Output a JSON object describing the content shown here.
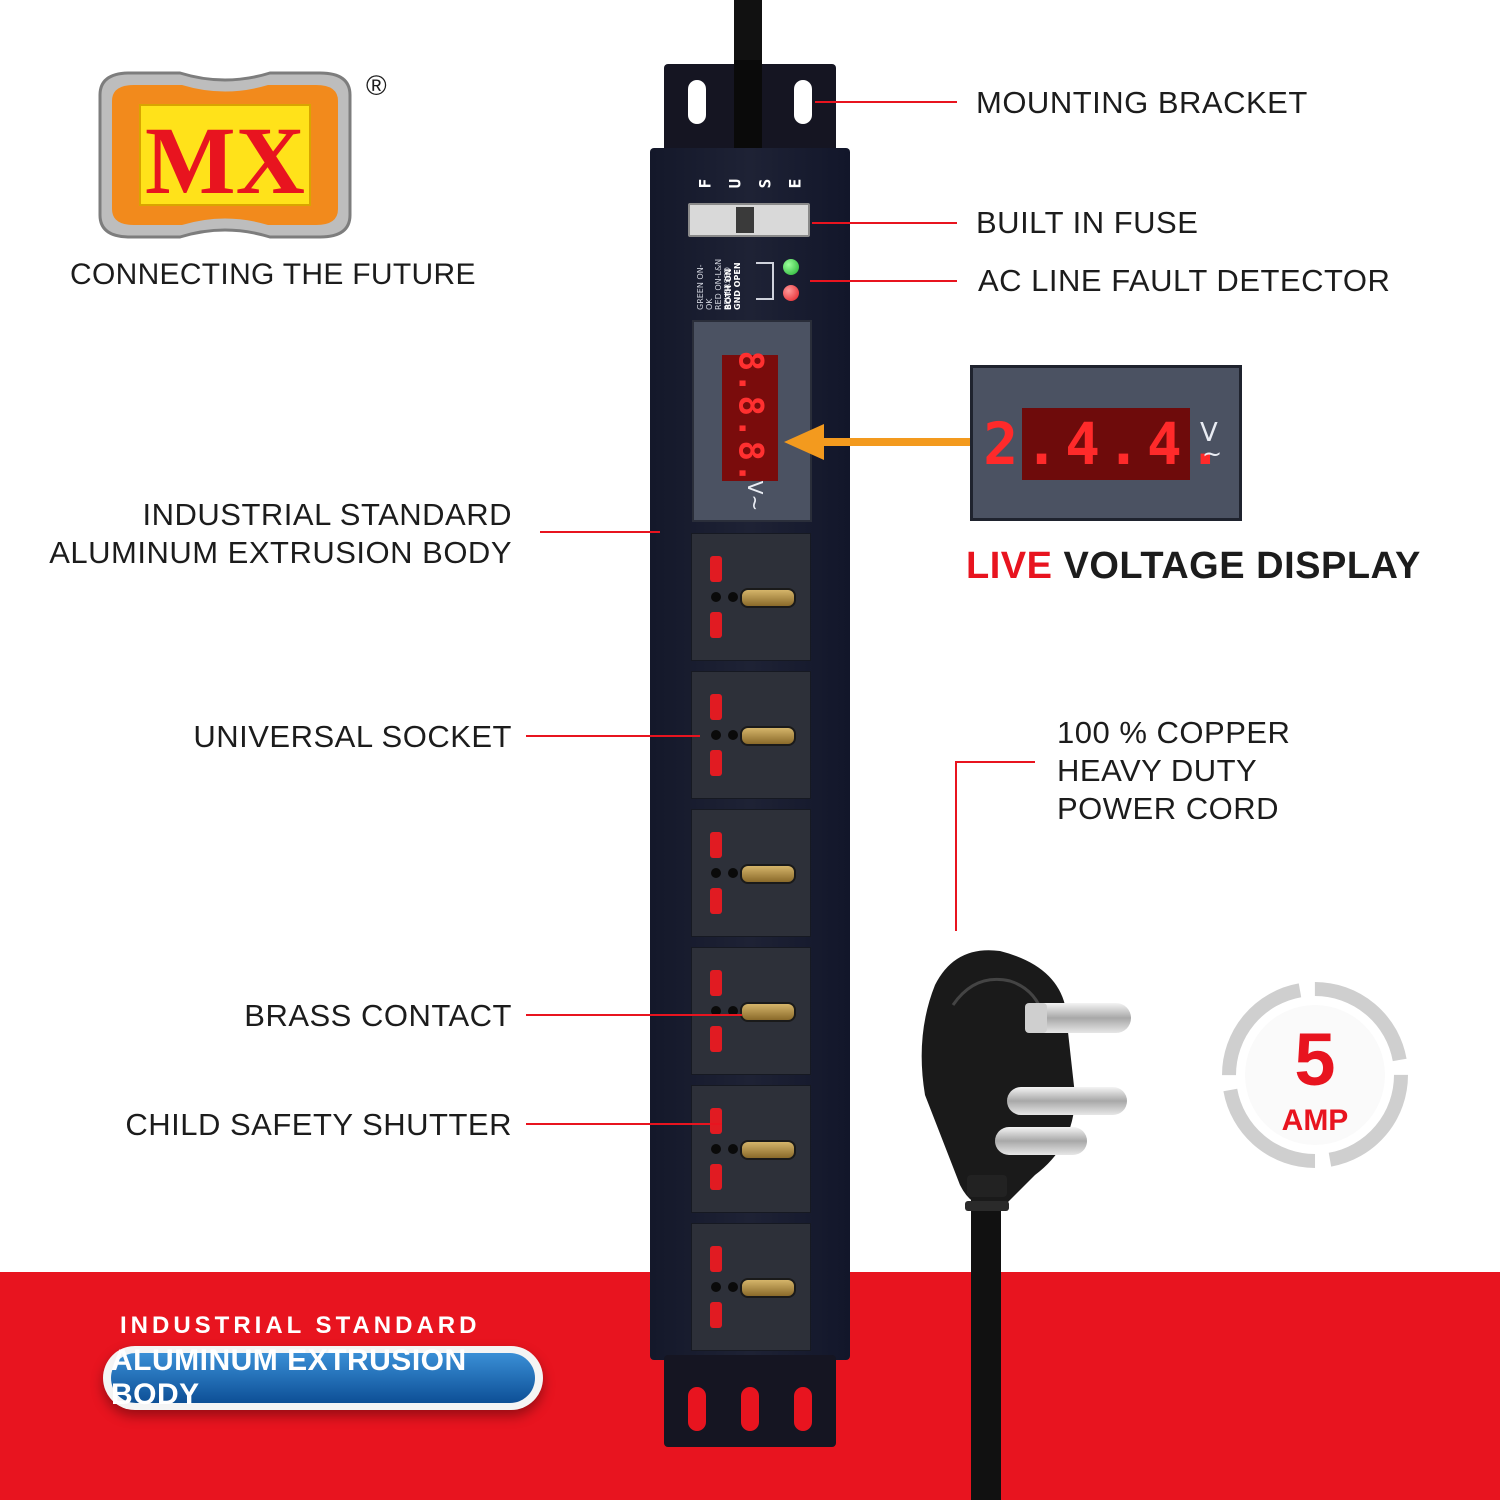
{
  "brand": {
    "logo_text": "MX",
    "registered_mark": "®",
    "tagline": "CONNECTING THE FUTURE"
  },
  "strip": {
    "fuse_label": [
      "F",
      "U",
      "S",
      "E"
    ],
    "detector_legend_1": "BOTH ON",
    "detector_legend_2": "GND OPEN",
    "detector_legend_3": "GREEN ON-OK",
    "detector_legend_4": "RED ON-L&N REVERSED",
    "display_digits": "8.8.8.",
    "display_unit": "V~",
    "socket_count": 6
  },
  "callouts": {
    "mounting_bracket": "MOUNTING  BRACKET",
    "built_in_fuse": "BUILT IN FUSE",
    "fault_detector": "AC LINE FAULT DETECTOR",
    "body_line1": "INDUSTRIAL STANDARD",
    "body_line2": "ALUMINUM EXTRUSION BODY",
    "universal_socket": "UNIVERSAL SOCKET",
    "copper_line1": "100 % COPPER",
    "copper_line2": "HEAVY DUTY",
    "copper_line3": "POWER CORD",
    "brass_contact": "BRASS CONTACT",
    "child_safety": "CHILD SAFETY SHUTTER"
  },
  "live_display": {
    "digits": "2.4.4.",
    "unit": "V",
    "title_highlight": "LIVE",
    "title_rest": "VOLTAGE DISPLAY"
  },
  "badges": {
    "industrial": "INDUSTRIAL  STANDARD",
    "pill": "ALUMINUM EXTRUSION BODY",
    "amp_value": "5",
    "amp_unit": "AMP"
  },
  "colors": {
    "accent_red": "#e8141f",
    "strip_body": "#1e2235",
    "arrow_orange": "#f39a1e",
    "led_green": "#2ecc40",
    "led_red": "#ff3b30"
  }
}
